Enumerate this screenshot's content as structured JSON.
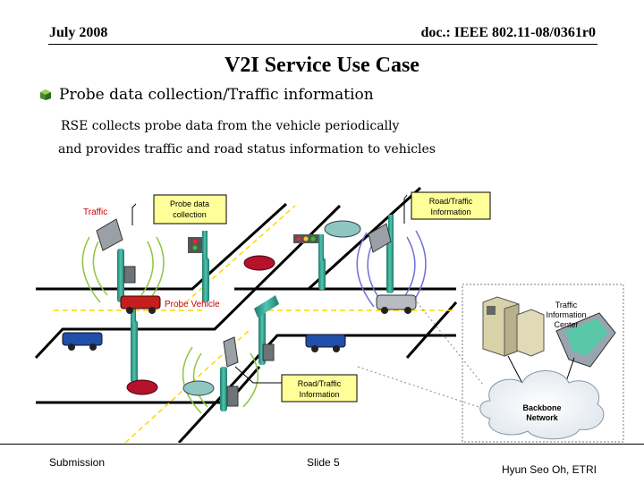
{
  "header": {
    "date": "July 2008",
    "doc_id": "doc.: IEEE 802.11-08/0361r0"
  },
  "slide": {
    "title": "V2I Service Use Case",
    "bullet": "Probe data collection/Traffic information",
    "line1": "RSE collects probe data from the vehicle  periodically",
    "line2": "and provides traffic and road status information to vehicles"
  },
  "diagram": {
    "traffic_label": "Traffic",
    "probe_callout": [
      "Probe data",
      "collection"
    ],
    "rt_callout_top": [
      "Road/Traffic",
      "Information"
    ],
    "rt_callout_bottom": [
      "Road/Traffic",
      "Information"
    ],
    "probe_vehicle_label": "Probe Vehicle",
    "tic_label": [
      "Traffic",
      "Information",
      "Center"
    ],
    "backbone_label": [
      "Backbone",
      "Network"
    ]
  },
  "footer": {
    "left": "Submission",
    "slide": "Slide 5",
    "author": "Hyun Seo Oh, ETRI"
  },
  "colors": {
    "bullet": "#4a8a2a",
    "callout_fill": "#ffff99",
    "label_red": "#cc0000",
    "pole": "#2a9a86",
    "wave": "#8dc63f",
    "wave_blue": "#7070d8",
    "road": "#000000",
    "dashed_line": "#ffd700"
  }
}
